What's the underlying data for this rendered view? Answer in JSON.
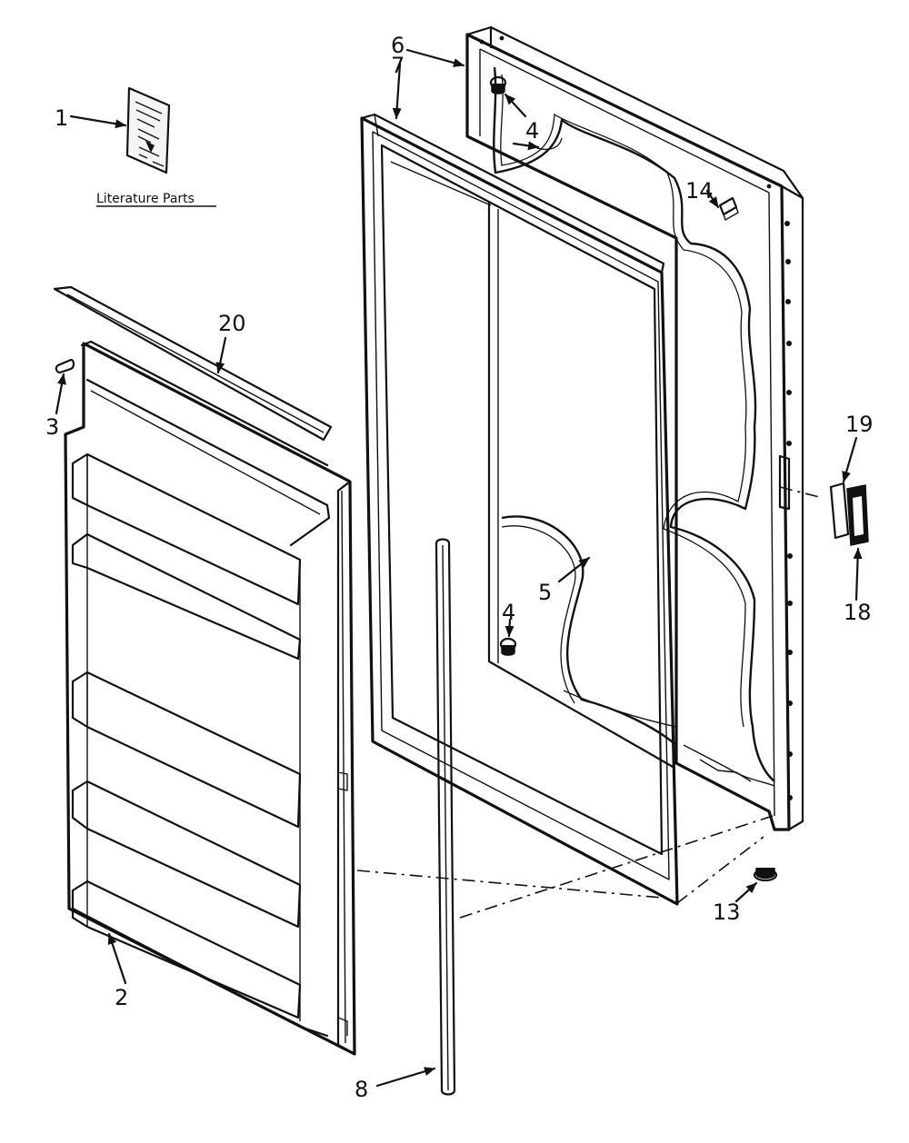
{
  "diagram": {
    "caption": "Literature Parts",
    "callouts": {
      "c1": "1",
      "c2": "2",
      "c3": "3",
      "c4a": "4",
      "c4b": "4",
      "c5": "5",
      "c6": "6",
      "c7": "7",
      "c8": "8",
      "c13": "13",
      "c14": "14",
      "c18": "18",
      "c19": "19",
      "c20": "20"
    }
  },
  "colors": {
    "ink": "#111111",
    "paper": "#ffffff"
  }
}
